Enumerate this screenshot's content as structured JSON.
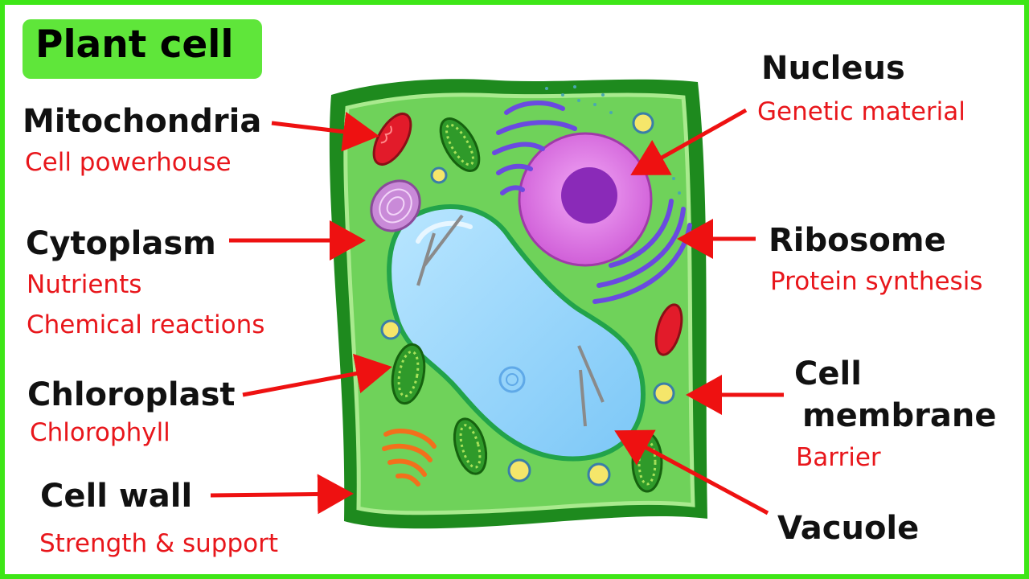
{
  "title": "Plant cell",
  "labels": {
    "mitochondria": {
      "name": "Mitochondria",
      "desc": "Cell powerhouse"
    },
    "cytoplasm": {
      "name": "Cytoplasm",
      "desc1": "Nutrients",
      "desc2": "Chemical reactions"
    },
    "chloroplast": {
      "name": "Chloroplast",
      "desc": "Chlorophyll"
    },
    "cell_wall": {
      "name": "Cell wall",
      "desc": "Strength & support"
    },
    "nucleus": {
      "name": "Nucleus",
      "desc": "Genetic material"
    },
    "ribosome": {
      "name": "Ribosome",
      "desc": "Protein synthesis"
    },
    "cell_membrane": {
      "name1": "Cell",
      "name2": "membrane",
      "desc": "Barrier"
    },
    "vacuole": {
      "name": "Vacuole"
    }
  },
  "colors": {
    "frame": "#3ee617",
    "title_bg": "#5fe63a",
    "arrow": "#ee1111",
    "description": "#e8161b"
  }
}
